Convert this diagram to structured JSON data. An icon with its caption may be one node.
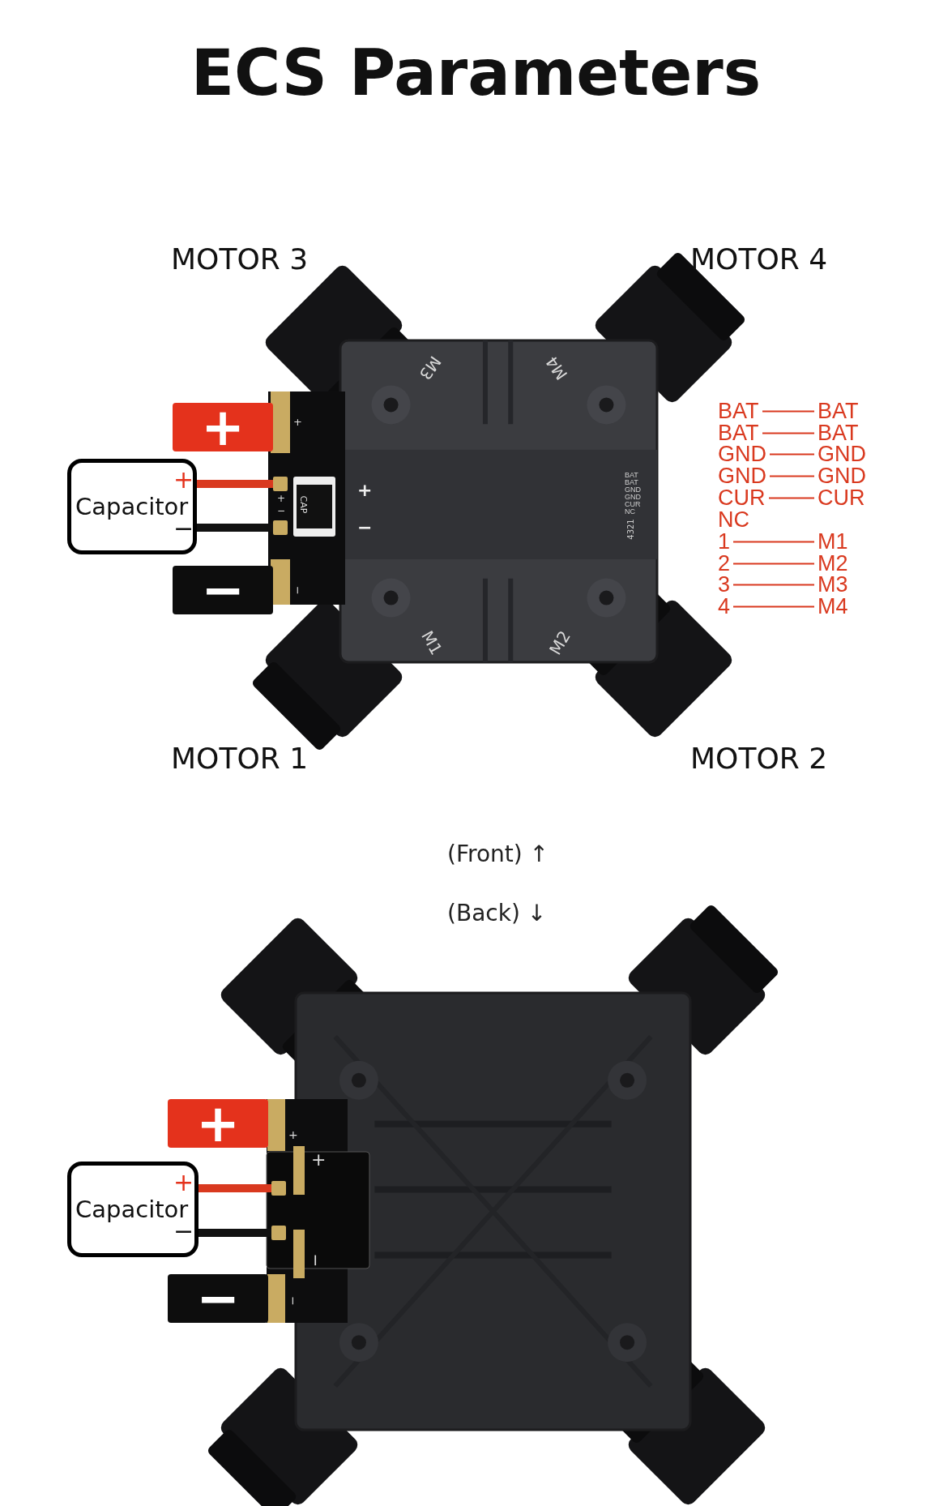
{
  "diagram": {
    "title": "ECS Parameters",
    "nodes": [
      {
        "text": [
          "+",
          "Capacitor",
          "−"
        ]
      },
      {
        "text": [],
        "shape": "box"
      },
      {
        "text": [],
        "shape": "box"
      },
      {
        "text": [
          "+",
          "Capacitor",
          "−"
        ]
      },
      {
        "text": [],
        "shape": "box"
      },
      {
        "text": [],
        "shape": "box"
      },
      {
        "text": [
          "BAT"
        ]
      },
      {
        "text": [
          "BAT"
        ]
      },
      {
        "text": [
          "GND"
        ]
      },
      {
        "text": [
          "GND"
        ]
      },
      {
        "text": [
          "CUR"
        ]
      },
      {
        "text": [
          "1"
        ]
      },
      {
        "text": [
          "2"
        ]
      },
      {
        "text": [
          "3"
        ]
      },
      {
        "text": [
          "4"
        ]
      },
      {
        "text": [
          "BAT"
        ]
      },
      {
        "text": [
          "BAT"
        ]
      },
      {
        "text": [
          "GND"
        ]
      },
      {
        "text": [
          "GND"
        ]
      },
      {
        "text": [
          "CUR"
        ]
      },
      {
        "text": [
          "M1"
        ]
      },
      {
        "text": [
          "M2"
        ]
      },
      {
        "text": [
          "M3"
        ]
      },
      {
        "text": [
          "M4"
        ]
      }
    ],
    "edges": [
      {
        "from": 0,
        "to": 1,
        "arrow": "none",
        "style": "thick"
      },
      {
        "from": 0,
        "to": 2,
        "arrow": "none",
        "style": "thick",
        "color": "#111111"
      },
      {
        "from": 3,
        "to": 4,
        "arrow": "none",
        "style": "thick"
      },
      {
        "from": 3,
        "to": 5,
        "arrow": "none",
        "style": "thick",
        "color": "#111111"
      },
      {
        "from": 6,
        "to": 15,
        "arrow": "none"
      },
      {
        "from": 7,
        "to": 16,
        "arrow": "none"
      },
      {
        "from": 8,
        "to": 17,
        "arrow": "none"
      },
      {
        "from": 9,
        "to": 18,
        "arrow": "none"
      },
      {
        "from": 10,
        "to": 19,
        "arrow": "none"
      },
      {
        "from": 11,
        "to": 20,
        "arrow": "none"
      },
      {
        "from": 12,
        "to": 21,
        "arrow": "none"
      },
      {
        "from": 13,
        "to": 22,
        "arrow": "none"
      },
      {
        "from": 14,
        "to": 23,
        "arrow": "none"
      }
    ],
    "labels": [
      "MOTOR 3",
      "MOTOR 4",
      "M3",
      "M4",
      "+",
      "+",
      "CAP",
      "+",
      "−",
      "+",
      "−",
      "BAT BAT GND GND CUR NC",
      "4321",
      "NC",
      "M1",
      "M2",
      "−",
      "−",
      "MOTOR 1",
      "MOTOR 2",
      "(Front) ↑",
      "(Back) ↓",
      "+",
      "+",
      "+",
      "−",
      "−",
      "−"
    ]
  }
}
